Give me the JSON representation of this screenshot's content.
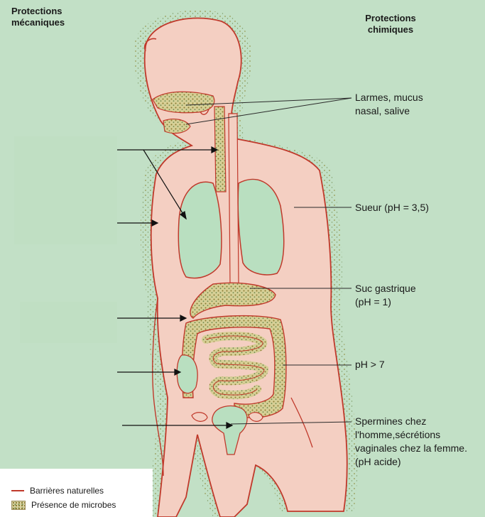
{
  "headings": {
    "mechanical": "Protections mécaniques",
    "chemical": "Protections chimiques"
  },
  "chemical_labels": {
    "tears": "Larmes, mucus nasal, salive",
    "sweat": "Sueur (pH = 3,5)",
    "gastric": "Suc gastrique (pH = 1)",
    "intestine": "pH > 7",
    "genital": "Spermines chez l'homme,sécrétions vaginales chez la femme. (pH acide)"
  },
  "legend": {
    "barriers": "Barrières naturelles",
    "microbes": "Présence de microbes"
  },
  "colors": {
    "background": "#c2e0c6",
    "body_fill": "#f4cfc2",
    "body_outline": "#c0392b",
    "organ_fill": "#b9dfc0",
    "microbes": "#cfc68a"
  }
}
